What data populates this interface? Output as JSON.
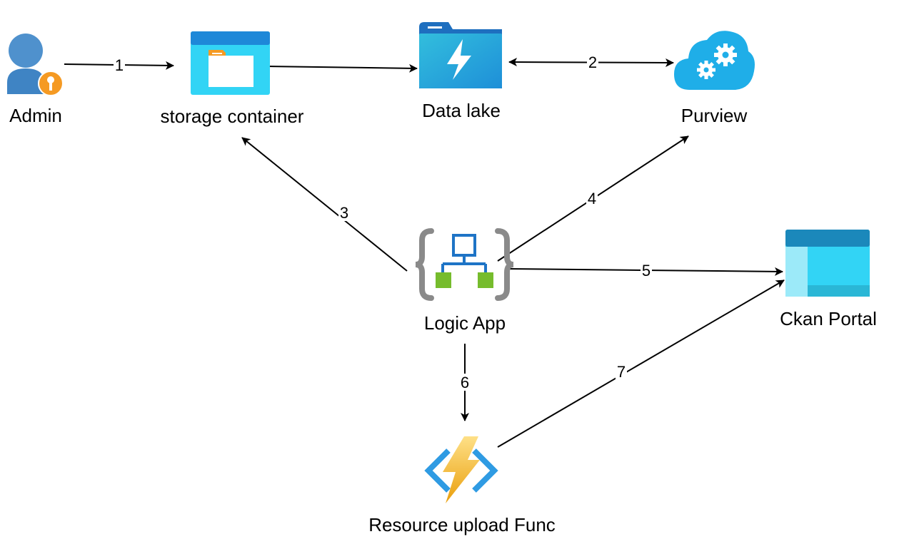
{
  "nodes": {
    "admin": {
      "label": "Admin",
      "icon": "admin-user-key-icon"
    },
    "storage": {
      "label": "storage container",
      "icon": "storage-container-icon"
    },
    "datalake": {
      "label": "Data lake",
      "icon": "data-lake-icon"
    },
    "purview": {
      "label": "Purview",
      "icon": "purview-cloud-gears-icon"
    },
    "logicapp": {
      "label": "Logic App",
      "icon": "logic-app-icon"
    },
    "ckan": {
      "label": "Ckan Portal",
      "icon": "ckan-portal-window-icon"
    },
    "func": {
      "label": "Resource upload Func",
      "icon": "function-app-lightning-icon"
    }
  },
  "edges": [
    {
      "id": "e1",
      "label": "1",
      "from": "admin",
      "to": "storage",
      "bidirectional": false
    },
    {
      "id": "e2",
      "label": "2",
      "from": "datalake",
      "to": "purview",
      "bidirectional": true
    },
    {
      "id": "e3",
      "label": "3",
      "from": "logicapp",
      "to": "storage",
      "bidirectional": false
    },
    {
      "id": "e4",
      "label": "4",
      "from": "logicapp",
      "to": "purview",
      "bidirectional": false
    },
    {
      "id": "e5",
      "label": "5",
      "from": "logicapp",
      "to": "ckan",
      "bidirectional": false
    },
    {
      "id": "e6",
      "label": "6",
      "from": "logicapp",
      "to": "func",
      "bidirectional": false
    },
    {
      "id": "e7",
      "label": "7",
      "from": "func",
      "to": "ckan",
      "bidirectional": false
    },
    {
      "id": "e8",
      "label": "",
      "from": "storage",
      "to": "datalake",
      "bidirectional": false
    }
  ],
  "colors": {
    "azure_blue": "#0078d4",
    "azure_cyan": "#32d4f5",
    "user_blue": "#4f91cd",
    "key_orange": "#f59a23",
    "logic_green": "#76bc2d",
    "brace_gray": "#8a8a8a",
    "bolt_yellow": "#fcd116",
    "arrow": "#000000"
  }
}
